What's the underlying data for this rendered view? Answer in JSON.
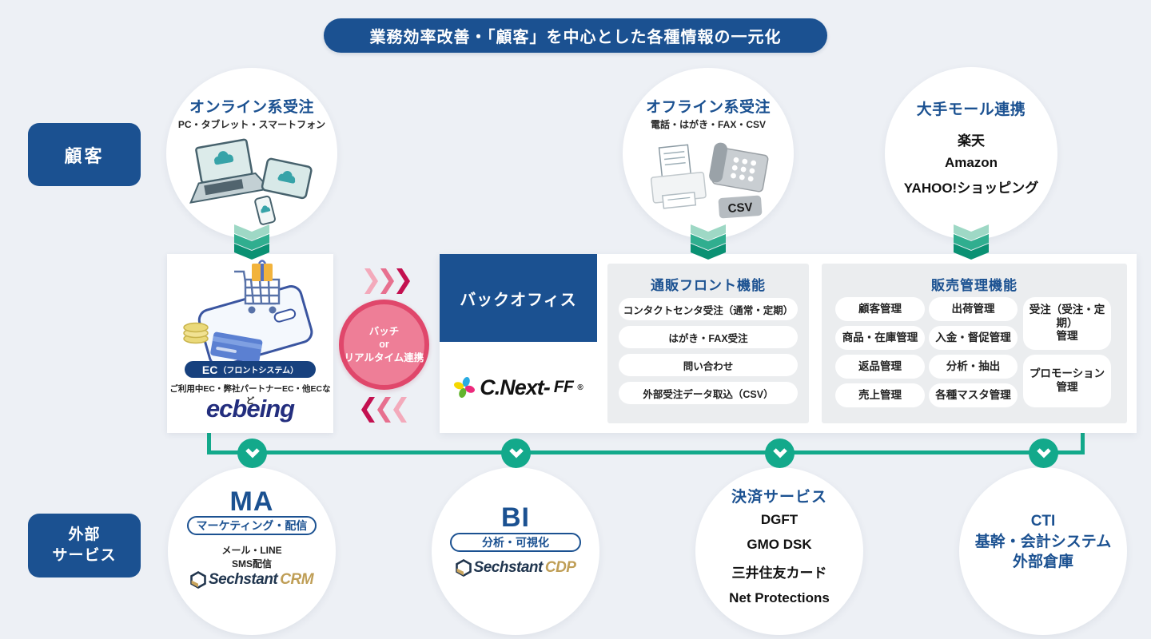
{
  "banner": {
    "label": "業務効率改善・「顧客」を中心とした各種情報の一元化"
  },
  "side_labels": {
    "customer": "顧客",
    "external_services": "外部\nサービス"
  },
  "top_circles": {
    "online": {
      "title": "オンライン系受注",
      "subtitle": "PC・タブレット・スマートフォン"
    },
    "offline": {
      "title": "オフライン系受注",
      "subtitle": "電話・はがき・FAX・CSV",
      "csv_badge": "CSV"
    },
    "mall": {
      "title": "大手モール連携",
      "items": [
        "楽天",
        "Amazon",
        "YAHOO!ショッピング"
      ]
    }
  },
  "ec_box": {
    "pill_main": "EC",
    "pill_sub": "（フロントシステム）",
    "subtitle": "ご利用中EC・弊社パートナーEC・他ECなど",
    "logo": "ecbeing"
  },
  "connector": {
    "label": "バッチ\nor\nリアルタイム連携"
  },
  "backoffice": {
    "title": "バックオフィス",
    "logo_text": "C.Next-",
    "logo_suffix": "FF",
    "logo_reg": "®"
  },
  "front_panel": {
    "title": "通販フロント機能",
    "items": [
      "コンタクトセンタ受注（通常・定期）",
      "はがき・FAX受注",
      "問い合わせ",
      "外部受注データ取込（CSV）"
    ]
  },
  "sales_panel": {
    "title": "販売管理機能",
    "col1": [
      "顧客管理",
      "商品・在庫管理",
      "返品管理",
      "売上管理"
    ],
    "col2": [
      "出荷管理",
      "入金・督促管理",
      "分析・抽出",
      "各種マスタ管理"
    ],
    "col3": [
      "受注（受注・定期）\n管理",
      "プロモーション\n管理"
    ]
  },
  "bottom_circles": {
    "ma": {
      "title": "MA",
      "pill": "マーケティング・配信",
      "desc": "メール・LINE\nSMS配信",
      "logo_name": "Sechstant",
      "logo_suffix": "CRM"
    },
    "bi": {
      "title": "BI",
      "pill": "分析・可視化",
      "logo_name": "Sechstant",
      "logo_suffix": "CDP"
    },
    "payment": {
      "title": "決済サービス",
      "items": [
        "DGFT",
        "GMO DSK",
        "三井住友カード",
        "Net Protections"
      ]
    },
    "cti": {
      "title": "CTI\n基幹・会計システム\n外部倉庫"
    }
  },
  "colors": {
    "primary_blue": "#1b5191",
    "navy": "#17417e",
    "green_line": "#13a98b",
    "pink_fill": "#ee7e97",
    "pink_ring": "#e0476b",
    "background": "#edf0f5",
    "panel_gray": "#ebedef"
  }
}
